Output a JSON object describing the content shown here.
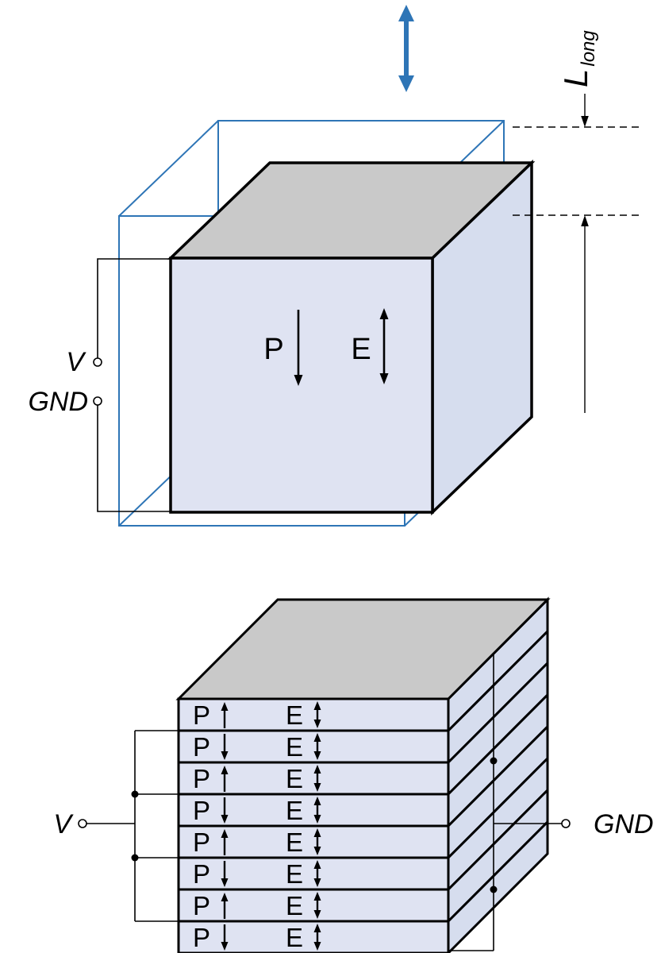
{
  "colors": {
    "accent_blue": "#2E75B6",
    "face_front": "#dfe3f2",
    "face_side": "#d6ddee",
    "face_top": "#c9c9c9",
    "line": "#000000"
  },
  "single_layer": {
    "motion_icon": "up-down-double-arrow",
    "dimension_label": "L",
    "dimension_subscript": "long",
    "voltage_label": "V",
    "ground_label": "GND",
    "polarization_label": "P",
    "polarization_direction": "down",
    "field_label": "E",
    "field_direction": "both"
  },
  "multilayer": {
    "voltage_label": "V",
    "ground_label": "GND",
    "layers": [
      {
        "polarization_label": "P",
        "polarization_direction": "up",
        "field_label": "E",
        "field_direction": "both"
      },
      {
        "polarization_label": "P",
        "polarization_direction": "down",
        "field_label": "E",
        "field_direction": "both"
      },
      {
        "polarization_label": "P",
        "polarization_direction": "up",
        "field_label": "E",
        "field_direction": "both"
      },
      {
        "polarization_label": "P",
        "polarization_direction": "down",
        "field_label": "E",
        "field_direction": "both"
      },
      {
        "polarization_label": "P",
        "polarization_direction": "up",
        "field_label": "E",
        "field_direction": "both"
      },
      {
        "polarization_label": "P",
        "polarization_direction": "down",
        "field_label": "E",
        "field_direction": "both"
      },
      {
        "polarization_label": "P",
        "polarization_direction": "up",
        "field_label": "E",
        "field_direction": "both"
      },
      {
        "polarization_label": "P",
        "polarization_direction": "down",
        "field_label": "E",
        "field_direction": "both"
      }
    ]
  }
}
